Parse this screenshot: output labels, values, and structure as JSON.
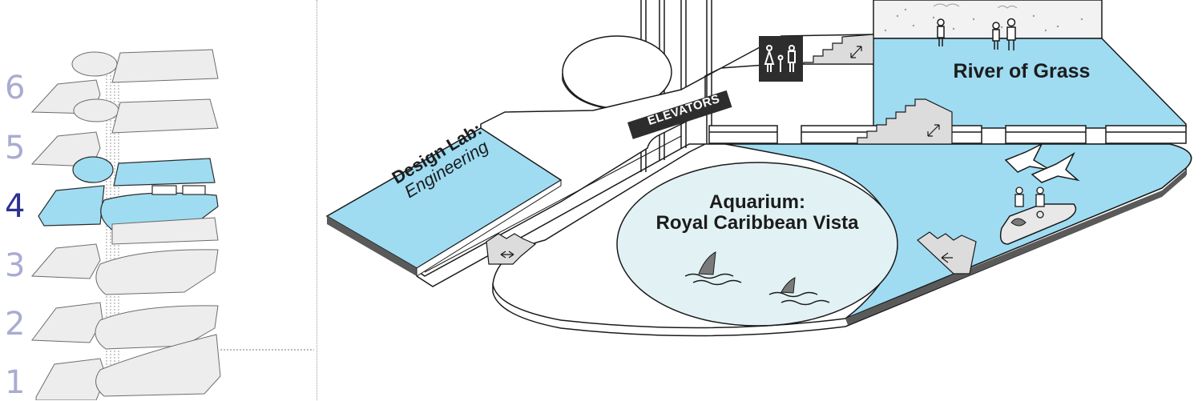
{
  "floor_selector": {
    "floors": [
      {
        "number": "6",
        "active": false
      },
      {
        "number": "5",
        "active": false
      },
      {
        "number": "4",
        "active": true
      },
      {
        "number": "3",
        "active": false
      },
      {
        "number": "2",
        "active": false
      },
      {
        "number": "1",
        "active": false
      }
    ]
  },
  "map": {
    "labels": {
      "river_of_grass": "River of Grass",
      "design_lab_title": "Design Lab:",
      "design_lab_subtitle": "Engineering",
      "aquarium_title": "Aquarium:",
      "aquarium_subtitle": "Royal Caribbean Vista",
      "elevators": "ELEVATORS"
    }
  },
  "colors": {
    "highlight": "#9fdcf2",
    "aquarium": "#e2f2f4",
    "floor_outline": "#1a1a1a",
    "inactive_floor": "#ededed",
    "floor_number_inactive": "#a9acd1",
    "floor_number_active": "#2e3192",
    "dark_sign": "#2d2d2d"
  }
}
